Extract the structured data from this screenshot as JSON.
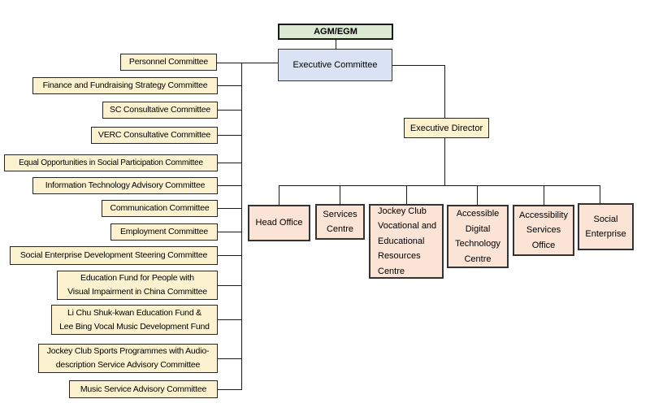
{
  "colors": {
    "green": "#dcead3",
    "blue": "#dae3f3",
    "yellow": "#fdf2cf",
    "pink": "#fbe3d5",
    "line": "#1a1a1a"
  },
  "top": {
    "agm": "AGM/EGM",
    "executive_committee": "Executive Committee",
    "executive_director": "Executive Director"
  },
  "committees": [
    {
      "label": "Personnel Committee"
    },
    {
      "label": "Finance and Fundraising Strategy Committee"
    },
    {
      "label": "SC Consultative Committee"
    },
    {
      "label": "VERC Consultative Committee"
    },
    {
      "label": "Equal Opportunities in Social Participation Committee"
    },
    {
      "label": "Information Technology Advisory Committee"
    },
    {
      "label": "Communication Committee"
    },
    {
      "label": "Employment Committee"
    },
    {
      "label": "Social Enterprise Development Steering Committee"
    },
    {
      "label": "Education Fund for People with\nVisual Impairment in China Committee"
    },
    {
      "label": "Li Chu Shuk-kwan Education Fund &\nLee Bing Vocal Music Development Fund"
    },
    {
      "label": "Jockey Club Sports Programmes with Audio-\ndescription Service Advisory Committee"
    },
    {
      "label": "Music Service Advisory Committee"
    }
  ],
  "units": [
    {
      "label": "Head Office"
    },
    {
      "label": "Services\nCentre"
    },
    {
      "label": "Jockey Club\nVocational and\nEducational\nResources\nCentre"
    },
    {
      "label": "Accessible\nDigital\nTechnology\nCentre"
    },
    {
      "label": "Accessibility\nServices\nOffice"
    },
    {
      "label": "Social\nEnterprise"
    }
  ]
}
